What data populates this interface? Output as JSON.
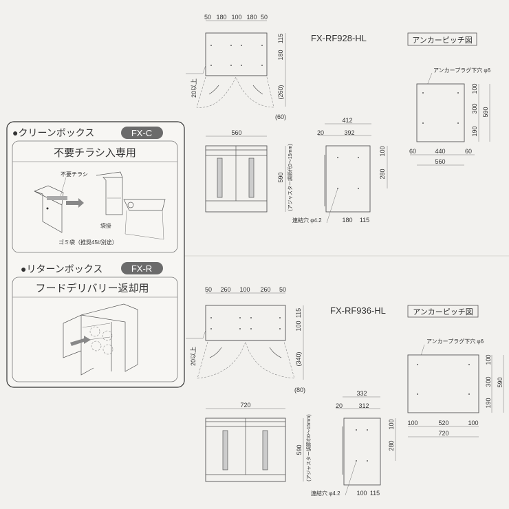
{
  "left_panel": {
    "clean_box": {
      "heading": "●クリーンボックス",
      "badge": "FX-C",
      "purpose": "不要チラシ入専用",
      "labels": {
        "flyer": "不要チラシ",
        "bag_hook": "袋掛",
        "trash_bag": "ゴミ袋（推奨45ℓ/別途）"
      }
    },
    "return_box": {
      "heading": "●リターンボックス",
      "badge": "FX-R",
      "purpose": "フードデリバリー返却用"
    }
  },
  "models": [
    {
      "title": "FX-RF928-HL",
      "plan": {
        "top_dims": [
          "50",
          "180",
          "100",
          "180",
          "50"
        ],
        "right_dims": [
          "115",
          "180"
        ],
        "clearance": "20以上",
        "swing": "(260)",
        "swing_side": "(60)"
      },
      "front": {
        "width": "560",
        "height": "590",
        "adjuster_note": "(アジャスター調節代0〜15mm)"
      },
      "side": {
        "depth": "412",
        "offset": "20",
        "body_depth": "392",
        "v_dims": [
          "100",
          "280"
        ],
        "hole_label": "連結穴 φ4.2",
        "bottom_dims": [
          "180",
          "115"
        ]
      },
      "anchor": {
        "title": "アンカーピッチ図",
        "hole_label": "アンカープラグ下穴 φ6",
        "v_dims": [
          "100",
          "300",
          "190"
        ],
        "total_height": "590",
        "bottom_dims": [
          "60",
          "440",
          "60"
        ],
        "total_width": "560"
      }
    },
    {
      "title": "FX-RF936-HL",
      "plan": {
        "top_dims": [
          "50",
          "260",
          "100",
          "260",
          "50"
        ],
        "right_dims": [
          "115",
          "100"
        ],
        "clearance": "20以上",
        "swing": "(340)",
        "swing_side": "(80)"
      },
      "front": {
        "width": "720",
        "height": "590",
        "adjuster_note": "(アジャスター調節巾0〜15mm)"
      },
      "side": {
        "depth": "332",
        "offset": "20",
        "body_depth": "312",
        "v_dims": [
          "100",
          "280"
        ],
        "hole_label": "連結穴 φ4.2",
        "bottom_dims": [
          "100",
          "115"
        ]
      },
      "anchor": {
        "title": "アンカーピッチ図",
        "hole_label": "アンカープラグ下穴 φ6",
        "v_dims": [
          "100",
          "300",
          "190"
        ],
        "total_height": "590",
        "bottom_dims": [
          "100",
          "520",
          "100"
        ],
        "total_width": "720"
      }
    }
  ],
  "colors": {
    "background": "#f2f1ee",
    "badge": "#6b6b6b",
    "line": "#555555"
  }
}
